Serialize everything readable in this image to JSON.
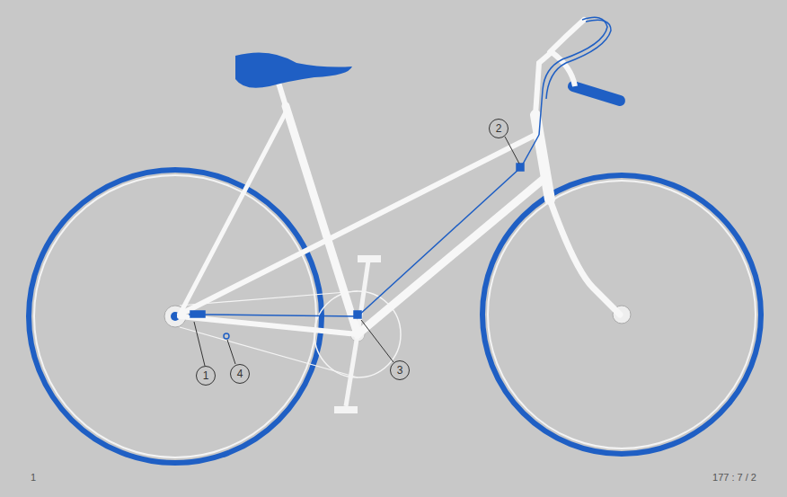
{
  "diagram": {
    "labels": [
      "1",
      "2",
      "3",
      "4",
      "1",
      "177 : 7 / 2"
    ]
  }
}
